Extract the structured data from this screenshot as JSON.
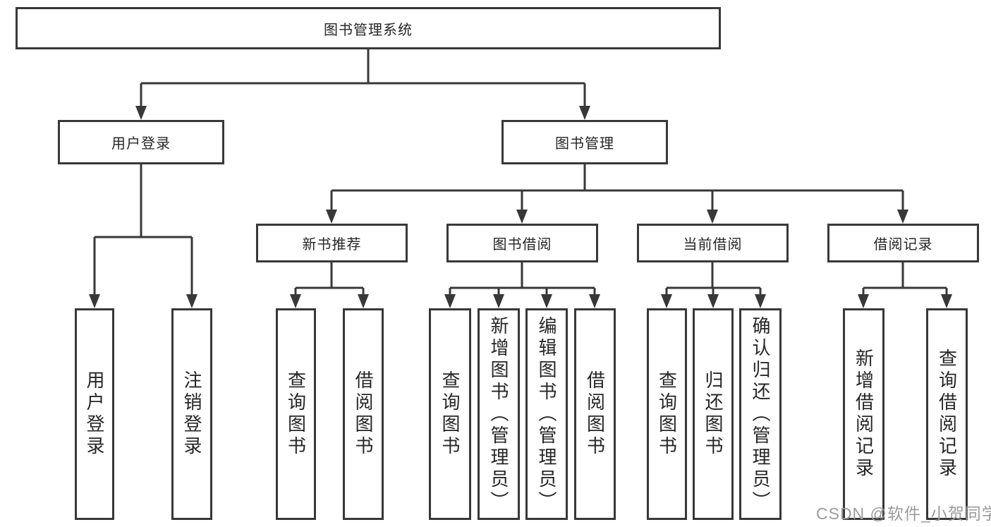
{
  "root_label": "图书管理系统",
  "level2": {
    "user_login": "用户登录",
    "book_management": "图书管理"
  },
  "level3": {
    "new_book_recommend": "新书推荐",
    "book_borrow": "图书借阅",
    "current_borrow": "当前借阅",
    "borrow_records": "借阅记录"
  },
  "leaves": {
    "user_login": [
      "用户登录",
      "注销登录"
    ],
    "new_book_recommend": [
      "查询图书",
      "借阅图书"
    ],
    "book_borrow": [
      "查询图书",
      "新增图书（管理员）",
      "编辑图书（管理员）",
      "借阅图书"
    ],
    "current_borrow": [
      "查询图书",
      "归还图书",
      "确认归还（管理员）"
    ],
    "borrow_records": [
      "新增借阅记录",
      "查询借阅记录"
    ]
  },
  "watermark": "CSDN @软件_小贺同学",
  "colors": {
    "line": "#383838",
    "text": "#262626",
    "watermark_text": "#9b9b9b",
    "background": "#ffffff"
  }
}
